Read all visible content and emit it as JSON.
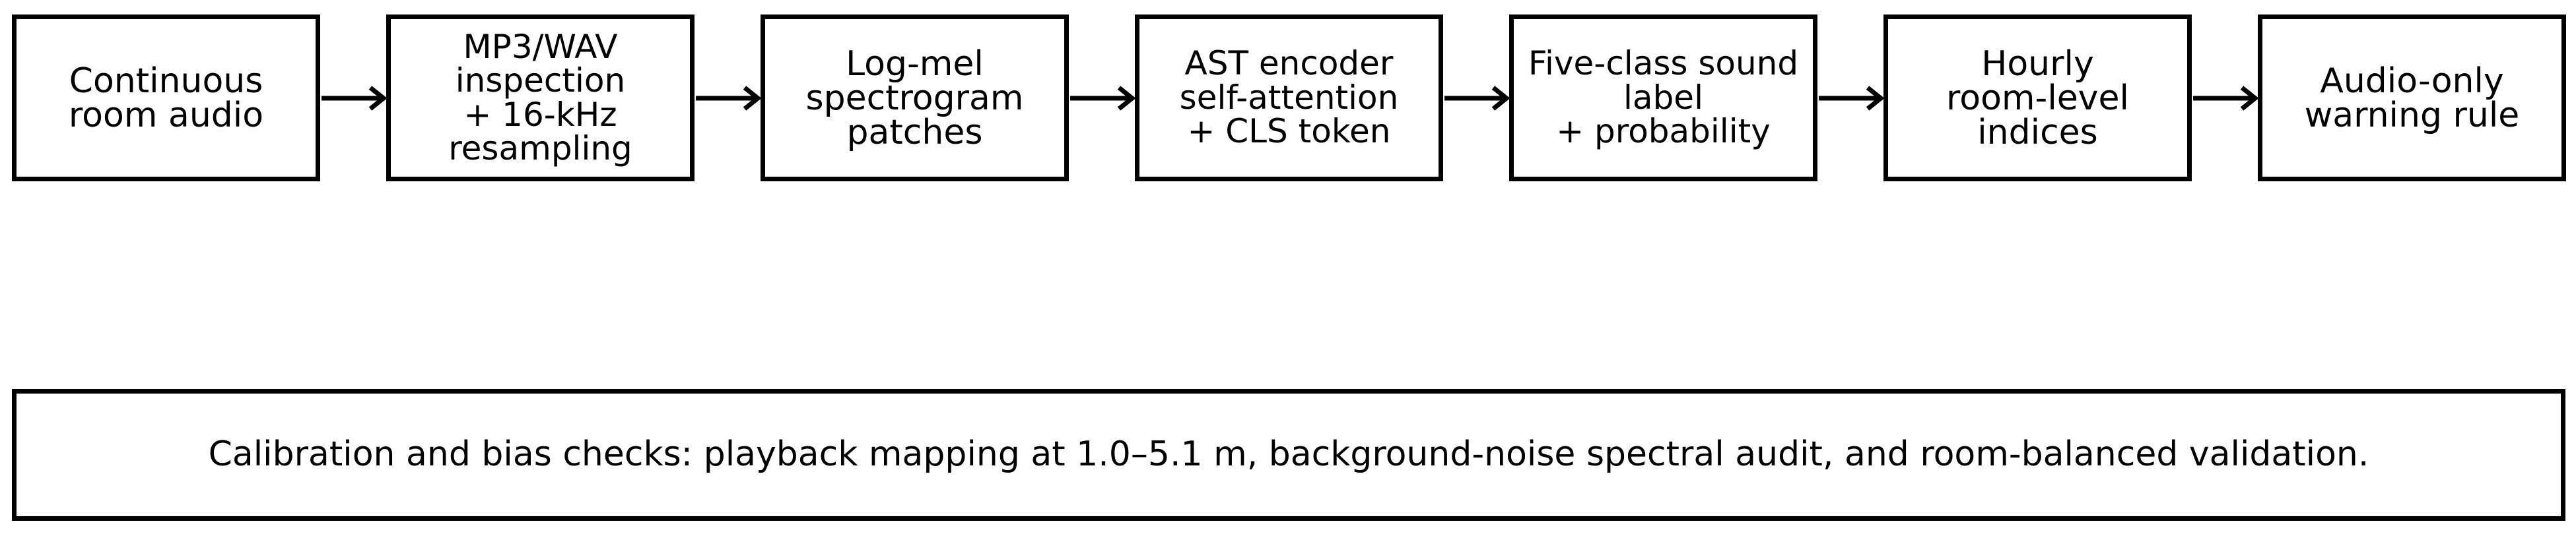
{
  "pipeline": {
    "steps": [
      {
        "label": "Continuous\nroom audio"
      },
      {
        "label": "MP3/WAV\ninspection\n+ 16-kHz\nresampling"
      },
      {
        "label": "Log-mel\nspectrogram\npatches"
      },
      {
        "label": "AST encoder\nself-attention\n+ CLS token"
      },
      {
        "label": "Five-class sound\nlabel\n+ probability"
      },
      {
        "label": "Hourly\nroom-level\nindices"
      },
      {
        "label": "Audio-only\nwarning rule"
      }
    ]
  },
  "footer": {
    "note": "Calibration and bias checks: playback mapping at 1.0–5.1 m, background-noise spectral audit, and room-balanced validation."
  },
  "colors": {
    "stroke": "#000000",
    "background": "#ffffff"
  },
  "icons": {
    "connector": "right-arrow-icon"
  }
}
